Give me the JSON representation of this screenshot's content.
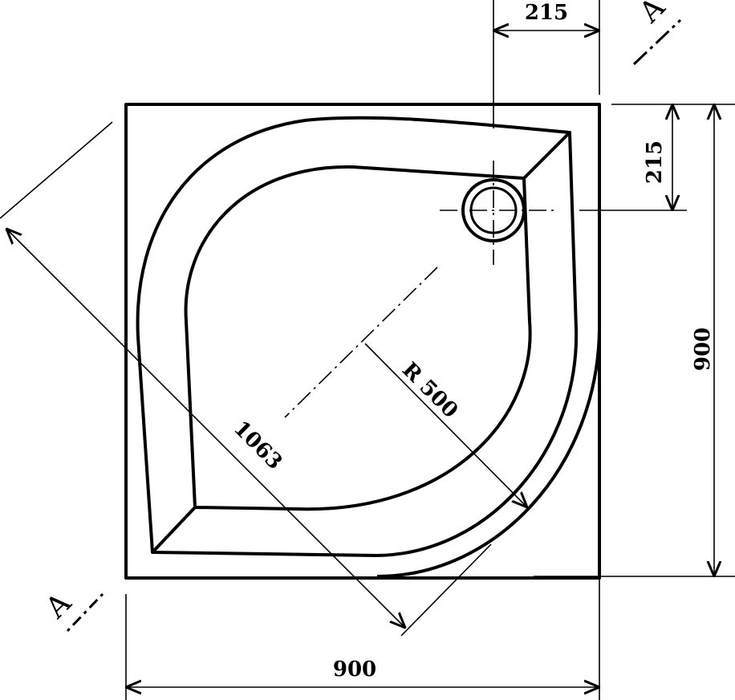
{
  "drawing": {
    "dimensions": {
      "drain_offset_x": "215",
      "drain_offset_y": "215",
      "height": "900",
      "width": "900",
      "diagonal": "1063",
      "radius": "R 500"
    },
    "section_marks": {
      "top": "A",
      "bottom": "A"
    },
    "line_color": "#000000",
    "background": "#ffffff"
  }
}
